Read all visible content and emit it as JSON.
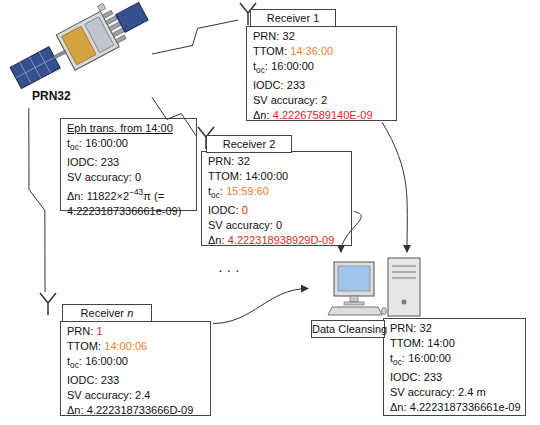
{
  "diagram": {
    "nodes": [
      {
        "text": [
          "PRN32"
        ]
      },
      {
        "text": [
          "Eph trans. from 14:00",
          "t",
          "oc",
          ":",
          "16:00:00",
          "IODC:",
          "233",
          "SV accuracy:",
          "0",
          "Δn:",
          "11822×2",
          "−43",
          "π",
          "(=",
          "4.2223187336661e-09)"
        ]
      },
      {
        "text": [
          "Receiver 1",
          "PRN:",
          "32",
          "TTOM:",
          "14:36:00",
          "t",
          "oc",
          ":",
          "16:00:00",
          "IODC:",
          "233",
          "SV accuracy:",
          "2",
          "Δn:",
          "4.22267589140E-09"
        ]
      },
      {
        "text": [
          "Receiver 2",
          "PRN:",
          "32",
          "TTOM:",
          "14:00:00",
          "t",
          "oc",
          ":",
          "15:59:60",
          "IODC:",
          "0",
          "SV accuracy:",
          "0",
          "Δn:",
          "4.222318938929D-09"
        ]
      },
      {
        "text": [
          "Receiver",
          "n",
          "PRN:",
          "1",
          "TTOM:",
          "14:00:06",
          "t",
          "oc",
          ":",
          "16:00:00",
          "IODC:",
          "233",
          "SV accuracy:",
          "2.4",
          "Δn:",
          "4.222318733666D-09"
        ]
      },
      {
        "text": [
          "Data Cleansing",
          "PRN:",
          "32",
          "TTOM:",
          "14:00",
          "t",
          "oc",
          ":",
          "16:00:00",
          "IODC:",
          "233",
          "SV accuracy:",
          "2.4 m",
          "Δn:",
          "4.2223187336661e-09"
        ]
      }
    ],
    "edges": [
      {
        "from": 0,
        "to": 2,
        "arrow": "none"
      },
      {
        "from": 0,
        "to": 3,
        "arrow": "none"
      },
      {
        "from": 0,
        "to": 4,
        "arrow": "none"
      },
      {
        "from": 2,
        "to": 5,
        "arrow": "to"
      },
      {
        "from": 3,
        "to": 5,
        "arrow": "to"
      },
      {
        "from": 4,
        "to": 5,
        "arrow": "to"
      }
    ],
    "labels": [
      "· · ·"
    ]
  }
}
